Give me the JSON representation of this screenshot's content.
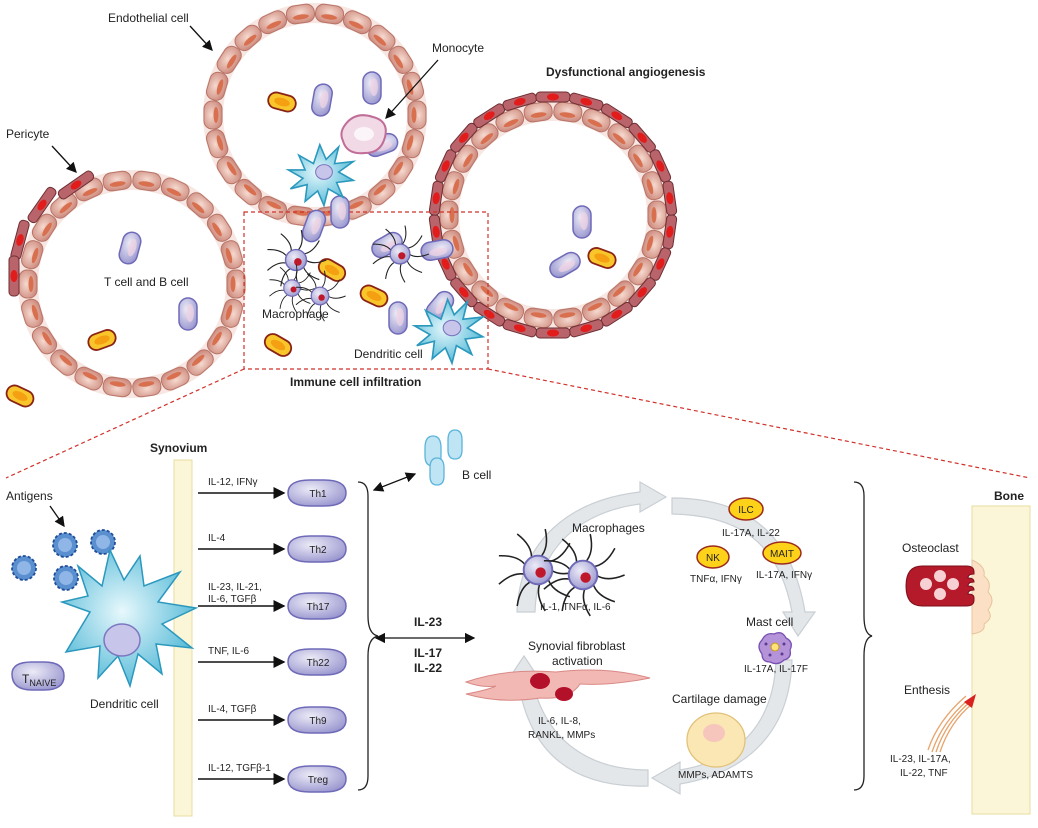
{
  "top": {
    "endothelial_cell": "Endothelial cell",
    "monocyte": "Monocyte",
    "dysfunctional_angiogenesis": "Dysfunctional angiogenesis",
    "pericyte": "Pericyte",
    "t_and_b_cell": "T cell and B cell",
    "macrophage": "Macrophage",
    "dendritic_cell": "Dendritic cell",
    "immune_cell_infiltration": "Immune cell infiltration"
  },
  "bottom": {
    "synovium": "Synovium",
    "antigens": "Antigens",
    "t_naive_main": "T",
    "t_naive_sub": "NAIVE",
    "dendritic_cell": "Dendritic cell",
    "b_cell": "B cell",
    "bone": "Bone",
    "osteoclast": "Osteoclast",
    "enthesis": "Enthesis",
    "enthesis_cytokines_1": "IL-23, IL-17A,",
    "enthesis_cytokines_2": "IL-22, TNF",
    "il23": "IL-23",
    "il17": "IL-17",
    "il22": "IL-22"
  },
  "th_subsets": [
    {
      "name": "Th1",
      "cytokine_1": "IL-12, IFNγ",
      "cytokine_2": ""
    },
    {
      "name": "Th2",
      "cytokine_1": "IL-4",
      "cytokine_2": ""
    },
    {
      "name": "Th17",
      "cytokine_1": "IL-23, IL-21,",
      "cytokine_2": "IL-6, TGFβ"
    },
    {
      "name": "Th22",
      "cytokine_1": "TNF, IL-6",
      "cytokine_2": ""
    },
    {
      "name": "Th9",
      "cytokine_1": "IL-4, TGFβ",
      "cytokine_2": ""
    },
    {
      "name": "Treg",
      "cytokine_1": "IL-12, TGFβ-1",
      "cytokine_2": ""
    }
  ],
  "cycle": {
    "macrophages": "Macrophages",
    "macrophages_cytokines": "IL-1, TNFα, IL-6",
    "ilc": "ILC",
    "ilc_cytokines": "IL-17A, IL-22",
    "nk": "NK",
    "nk_cytokines": "TNFα, IFNγ",
    "mait": "MAIT",
    "mait_cytokines": "IL-17A, IFNγ",
    "mast_cell": "Mast cell",
    "mast_cytokines": "IL-17A, IL-17F",
    "fibroblast_1": "Synovial fibroblast",
    "fibroblast_2": "activation",
    "fibroblast_cytokines_1": "IL-6, IL-8,",
    "fibroblast_cytokines_2": "RANKL, MMPs",
    "cartilage_damage": "Cartilage damage",
    "cartilage_cytokines": "MMPs, ADAMTS"
  }
}
